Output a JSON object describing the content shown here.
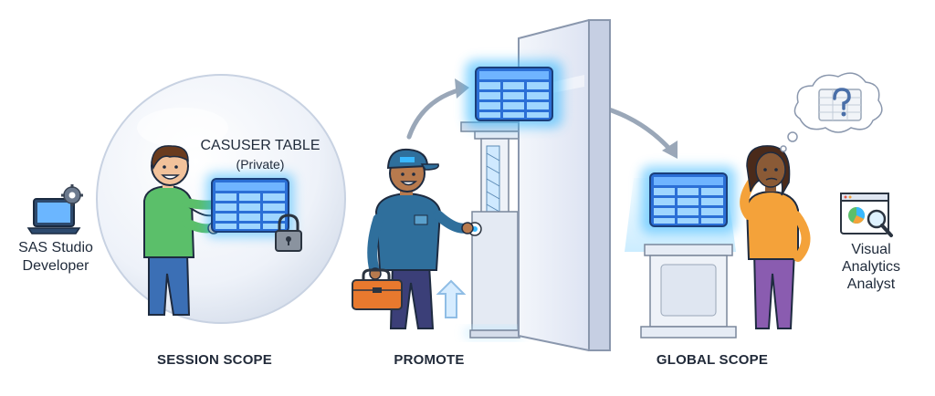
{
  "labels": {
    "developer": "SAS Studio\nDeveloper",
    "table_title": "CASUSER TABLE",
    "table_subtitle": "(Private)",
    "analyst": "Visual\nAnalytics\nAnalyst"
  },
  "captions": {
    "session": "SESSION SCOPE",
    "promote": "PROMOTE",
    "global": "GLOBAL SCOPE"
  },
  "icons": [
    "laptop-icon",
    "gear-icon",
    "lock-icon",
    "toolbox-icon",
    "up-arrow-icon",
    "question-icon",
    "dashboard-icon",
    "magnifier-icon"
  ],
  "colors": {
    "table_glow": "#39b8ff",
    "table_fill": "#2b6fd6",
    "bubble": "#e6ecf6",
    "wall": "#dfe6f3",
    "green_shirt": "#5bbf6a",
    "orange_shirt": "#f4a23a",
    "uniform": "#2f6f9c"
  }
}
